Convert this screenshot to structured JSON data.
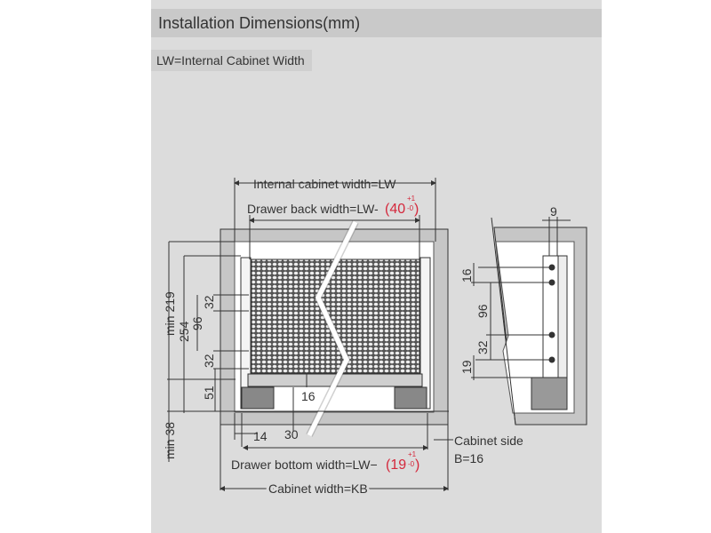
{
  "header": {
    "title": "Installation Dimensions(mm)"
  },
  "legend_note": "LW=Internal Cabinet Width",
  "front_view": {
    "internal_width_label": "Internal cabinet width=LW",
    "back_width_label": "Drawer back width=LW-",
    "back_width_value": "(40",
    "back_width_tol_plus": "+1",
    "back_width_tol_minus": "-0",
    "back_width_close": ")",
    "bottom_width_label": "Drawer bottom width=LW−",
    "bottom_width_value": "(19",
    "bottom_width_tol_plus": "+1",
    "bottom_width_tol_minus": "-0",
    "bottom_width_close": ")",
    "cabinet_width_label": "Cabinet width=KB",
    "cabinet_side_label": "Cabinet side",
    "cabinet_side_value": "B=16",
    "dims": {
      "min219": "min 219",
      "d254": "254",
      "d96": "96",
      "d32a": "32",
      "d32b": "32",
      "d51": "51",
      "min38": "min 38",
      "d16": "16",
      "d14": "14",
      "d30": "30"
    }
  },
  "side_view": {
    "dims": {
      "d9": "9",
      "d16": "16",
      "d96": "96",
      "d32": "32",
      "d19": "19"
    }
  },
  "colors": {
    "panel": "#dcdcdc",
    "header": "#c9c9c9",
    "accent": "#d4283c"
  }
}
